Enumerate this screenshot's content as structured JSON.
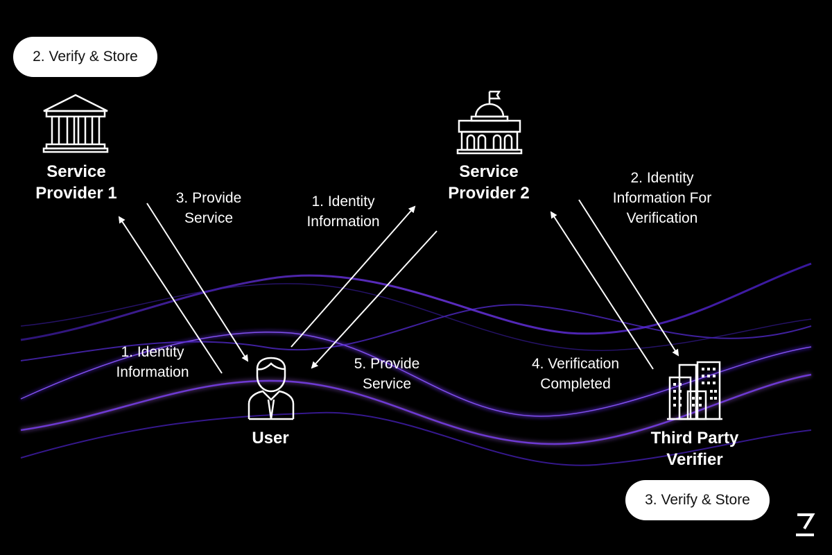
{
  "pills": {
    "sp1_note": "2. Verify & Store",
    "verifier_note": "3. Verify & Store"
  },
  "nodes": {
    "sp1": {
      "line1": "Service",
      "line2": "Provider 1",
      "icon": "bank-icon"
    },
    "sp2": {
      "line1": "Service",
      "line2": "Provider 2",
      "icon": "government-building-icon"
    },
    "user": {
      "line1": "User",
      "icon": "user-icon"
    },
    "verifier": {
      "line1": "Third Party",
      "line2": "Verifier",
      "icon": "office-buildings-icon"
    }
  },
  "edges": {
    "user_to_sp1": {
      "line1": "1. Identity",
      "line2": "Information"
    },
    "sp1_to_user": {
      "line1": "3. Provide",
      "line2": "Service"
    },
    "user_to_sp2": {
      "line1": "1. Identity",
      "line2": "Information"
    },
    "sp2_to_user": {
      "line1": "5. Provide",
      "line2": "Service"
    },
    "sp2_to_verifier": {
      "line1": "2. Identity",
      "line2": "Information For",
      "line3": "Verification"
    },
    "verifier_to_sp2": {
      "line1": "4. Verification",
      "line2": "Completed"
    }
  },
  "logo": {
    "icon": "brand-logo-icon"
  },
  "colors": {
    "background": "#000000",
    "wave": "#6a2cff",
    "wave_glow": "#b26bff",
    "foreground": "#ffffff"
  }
}
